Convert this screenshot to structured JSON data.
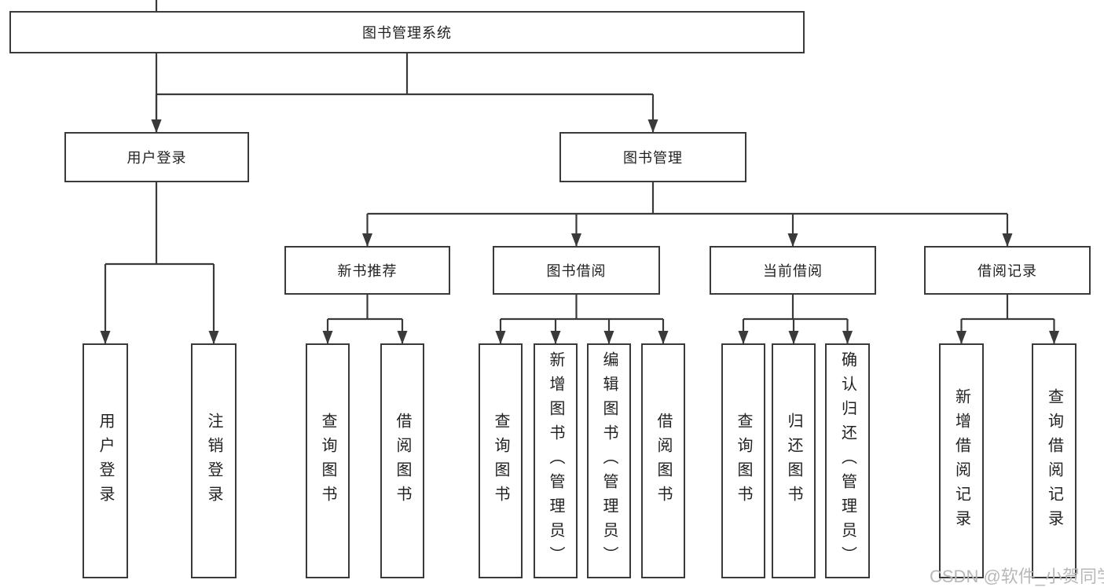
{
  "colors": {
    "line": "#3a3a3a",
    "text": "#222222",
    "bg": "#ffffff",
    "watermark": "#b9b7b7"
  },
  "watermark": {
    "text": "CSDN @软件_小贺同学"
  },
  "tree": {
    "label": "图书管理系统",
    "children": [
      {
        "label": "用户登录",
        "children": [
          {
            "label": "用户登录"
          },
          {
            "label": "注销登录"
          }
        ]
      },
      {
        "label": "图书管理",
        "children": [
          {
            "label": "新书推荐",
            "children": [
              {
                "label": "查询图书"
              },
              {
                "label": "借阅图书"
              }
            ]
          },
          {
            "label": "图书借阅",
            "children": [
              {
                "label": "查询图书"
              },
              {
                "label": "新增图书（管理员）"
              },
              {
                "label": "编辑图书（管理员）"
              },
              {
                "label": "借阅图书"
              }
            ]
          },
          {
            "label": "当前借阅",
            "children": [
              {
                "label": "查询图书"
              },
              {
                "label": "归还图书"
              },
              {
                "label": "确认归还（管理员）"
              }
            ]
          },
          {
            "label": "借阅记录",
            "children": [
              {
                "label": "新增借阅记录"
              },
              {
                "label": "查询借阅记录"
              }
            ]
          }
        ]
      }
    ]
  }
}
